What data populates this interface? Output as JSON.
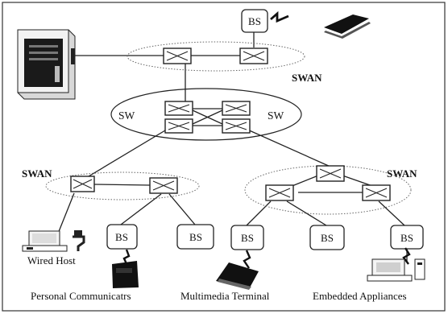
{
  "diagram": {
    "labels": {
      "swan_top": "SWAN",
      "swan_left": "SWAN",
      "swan_right": "SWAN",
      "sw_left": "SW",
      "sw_right": "SW",
      "bs_label": "BS",
      "wired_host": "Wired Host",
      "personal_communicators": "Personal Communicatrs",
      "multimedia_terminal": "Multimedia Terminal",
      "embedded_appliances": "Embedded Appliances"
    },
    "icons": [
      "server-icon",
      "laptop-icon",
      "wireless-link-icon",
      "desktop-computer-icon",
      "handheld-communicator-icon",
      "tablet-terminal-icon",
      "embedded-appliance-icon"
    ]
  }
}
